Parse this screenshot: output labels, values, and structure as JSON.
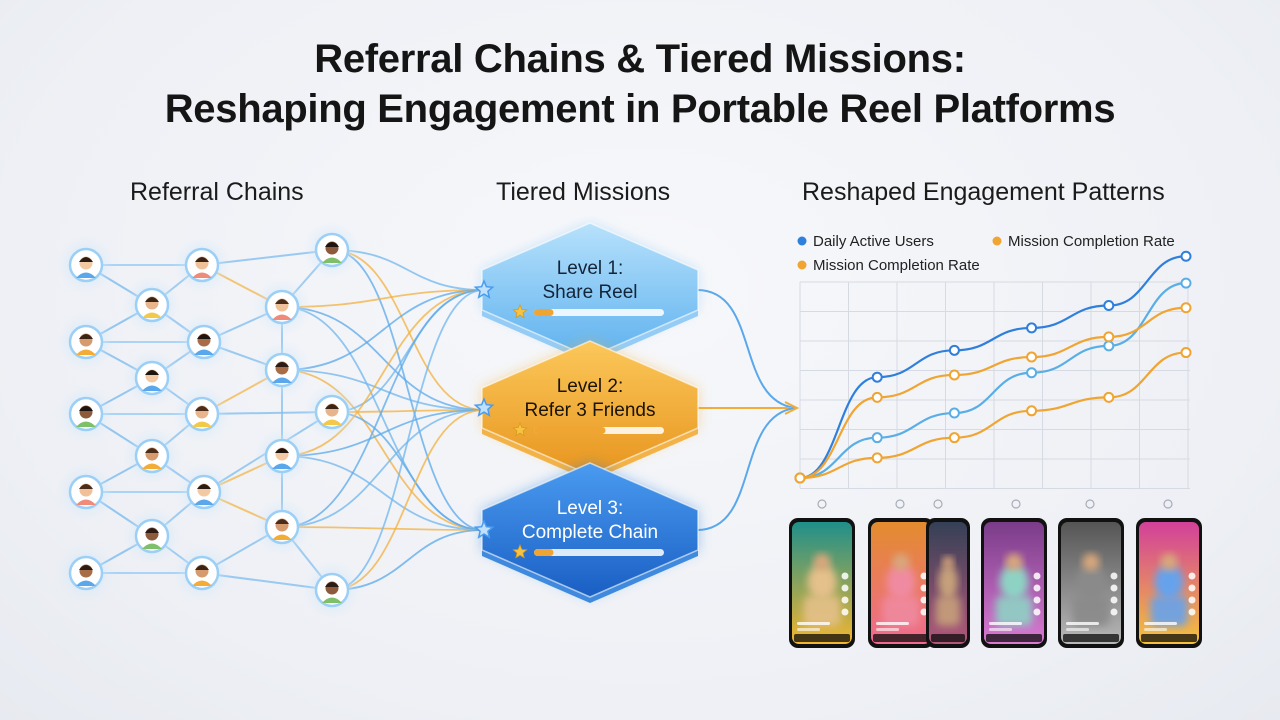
{
  "title": {
    "line1": "Referral Chains & Tiered Missions:",
    "line2": "Reshaping Engagement in Portable Reel Platforms"
  },
  "sections": {
    "referral": "Referral Chains",
    "missions": "Tiered Missions",
    "engagement": "Reshaped Engagement Patterns"
  },
  "tiers": [
    {
      "line1": "Level 1:",
      "line2": "Share Reel",
      "progress": 0.15,
      "color": "#8cc8f5"
    },
    {
      "line1": "Level 2:",
      "line2": "Refer 3 Friends",
      "progress": 0.55,
      "color": "#f3ac36"
    },
    {
      "line1": "Level 3:",
      "line2": "Complete Chain",
      "progress": 0.15,
      "color": "#2f7fdc"
    }
  ],
  "legend": [
    {
      "label": "Daily Active Users",
      "color": "#2f7fdc"
    },
    {
      "label": "Mission Completion Rate",
      "color": "#f0a431"
    },
    {
      "label": "Mission Completion Rate",
      "color": "#f0a431"
    }
  ],
  "chart_data": {
    "type": "line",
    "title": "",
    "xlabel": "",
    "ylabel": "",
    "grid": true,
    "legend_position": "top",
    "x": [
      0,
      1,
      2,
      3,
      4,
      5
    ],
    "ylim": [
      0,
      10
    ],
    "series": [
      {
        "name": "Daily Active Users",
        "color": "#2f7fdc",
        "values": [
          0,
          4.5,
          5.7,
          6.7,
          7.7,
          9.9
        ]
      },
      {
        "color": "#5aaee6",
        "values": [
          0,
          1.8,
          2.9,
          4.7,
          5.9,
          8.7
        ]
      },
      {
        "name": "Mission Completion Rate",
        "color": "#f0a431",
        "values": [
          0,
          3.6,
          4.6,
          5.4,
          6.3,
          7.6
        ]
      },
      {
        "name": "Mission Completion Rate",
        "color": "#f0a431",
        "values": [
          0,
          0.9,
          1.8,
          3.0,
          3.6,
          5.6
        ]
      }
    ]
  },
  "phones": [
    {
      "id": "p1",
      "bg": [
        "#1f8f8a",
        "#f2b630"
      ],
      "person": "#e4c08a"
    },
    {
      "id": "p2",
      "bg": [
        "#e38c2e",
        "#f06a90"
      ],
      "person": "#f08aa0"
    },
    {
      "id": "p3",
      "bg": [
        "#344056",
        "#b2577a"
      ],
      "person": "#c6a07a"
    },
    {
      "id": "p4",
      "bg": [
        "#7a3c88",
        "#d97ad2"
      ],
      "person": "#8ed2c4"
    },
    {
      "id": "p5",
      "bg": [
        "#555555",
        "#b8b8b8"
      ],
      "person": "#8a8a8a"
    },
    {
      "id": "p6",
      "bg": [
        "#d2409a",
        "#f4c23c"
      ],
      "person": "#66a2ec"
    }
  ],
  "colors": {
    "blue": "#2f7fdc",
    "light_blue": "#8cc8f5",
    "orange": "#f3ac36"
  }
}
